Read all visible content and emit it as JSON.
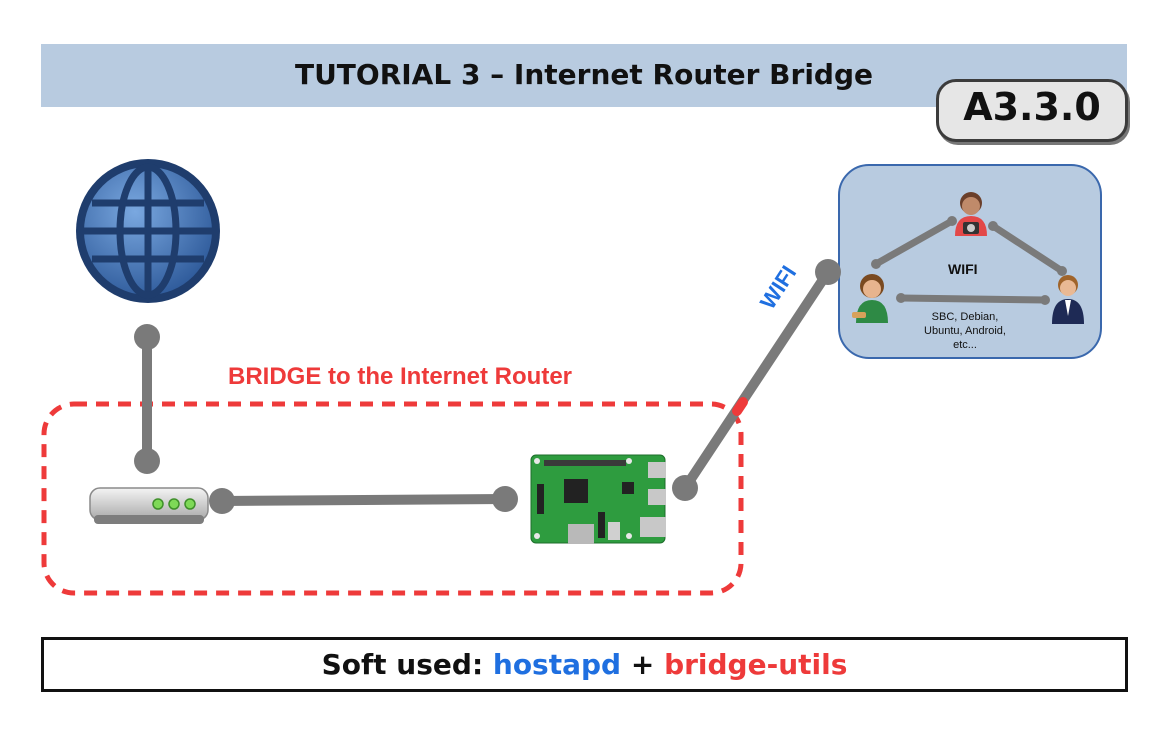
{
  "header": {
    "title": "TUTORIAL 3 – Internet Router Bridge",
    "version": "A3.3.0"
  },
  "diagram": {
    "bridge_label": "BRIDGE to the Internet Router",
    "wifi_link_label": "WIFI",
    "wifi_group": {
      "title": "WIFI",
      "devices_line1": "SBC, Debian,",
      "devices_line2": "Ubuntu, Android,",
      "devices_line3": "etc..."
    }
  },
  "footer": {
    "prefix": "Soft used:",
    "tool1": "hostapd",
    "joiner": "+",
    "tool2": "bridge-utils"
  },
  "colors": {
    "banner": "#b8cbe0",
    "blue_text": "#1f6fe0",
    "red_text": "#ee3a3a",
    "link_gray": "#7a7a7a",
    "cloud_fill": "#b8cbe0",
    "cloud_border": "#3a68ad",
    "pcb_green": "#2e9c3f"
  },
  "icons": [
    "globe-icon",
    "router-icon",
    "raspberry-pi-icon",
    "user-icon"
  ]
}
